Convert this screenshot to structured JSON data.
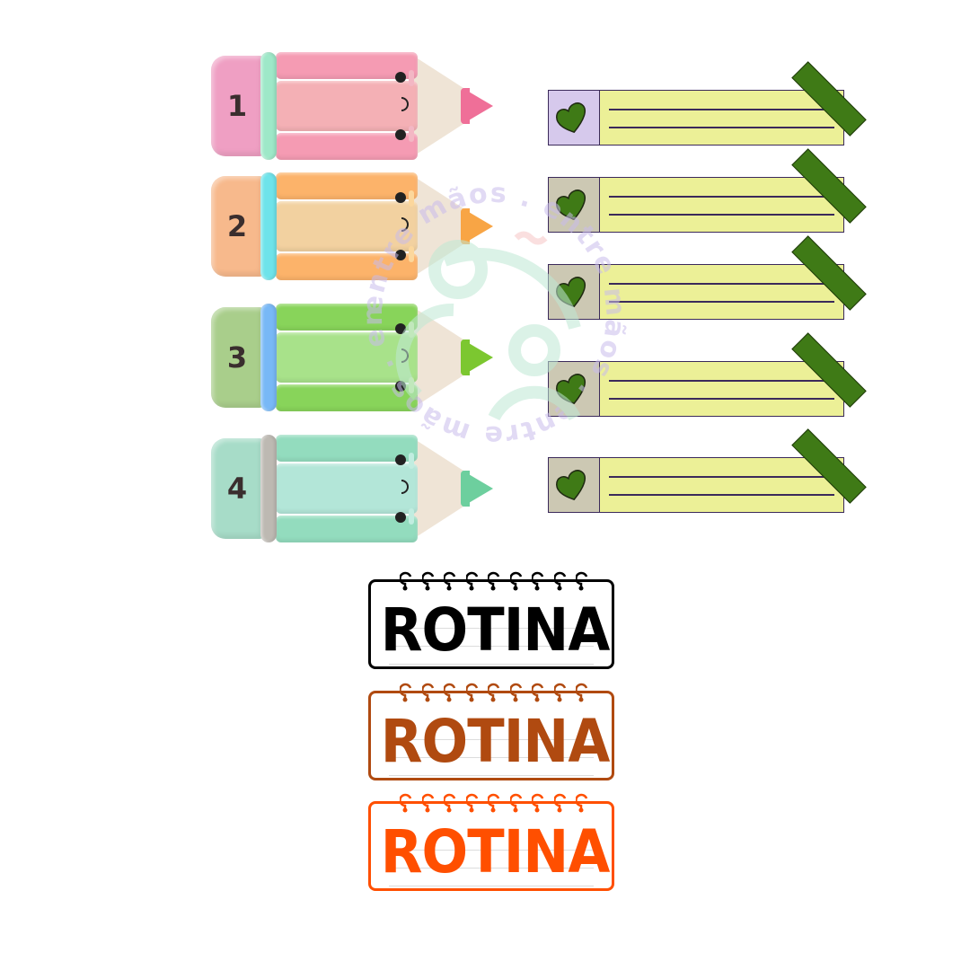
{
  "pencils": [
    {
      "number": "1",
      "colors": {
        "eraser": "#ef9fc3",
        "ferrule": "#9ee8c8",
        "stripe_outer": "#f59bb3",
        "stripe_mid": "#f4b0b5",
        "tip": "#ef6f98",
        "bump": "#f3b7c4"
      }
    },
    {
      "number": "2",
      "colors": {
        "eraser": "#f7b98c",
        "ferrule": "#6ee3ea",
        "stripe_outer": "#fcb36a",
        "stripe_mid": "#f2d1a0",
        "tip": "#f8a545",
        "bump": "#fcd79c"
      }
    },
    {
      "number": "3",
      "colors": {
        "eraser": "#a9ce8b",
        "ferrule": "#78b8f6",
        "stripe_outer": "#88d45a",
        "stripe_mid": "#a8e28a",
        "tip": "#7cc730",
        "bump": "#c4eaa0"
      }
    },
    {
      "number": "4",
      "colors": {
        "eraser": "#a7dcc8",
        "ferrule": "#bdb9b2",
        "stripe_outer": "#93dcbe",
        "stripe_mid": "#b3e6d8",
        "tip": "#6dcf9e",
        "bump": "#c1ede0"
      }
    }
  ],
  "cards": [
    {
      "side_color": "#d6c9ec",
      "icon": "heart-icon"
    },
    {
      "side_color": "#ccc8b3",
      "icon": "heart-icon"
    },
    {
      "side_color": "#ccc8b3",
      "icon": "heart-icon"
    },
    {
      "side_color": "#ccc8b3",
      "icon": "heart-icon"
    },
    {
      "side_color": "#ccc8b3",
      "icon": "heart-icon"
    }
  ],
  "card_colors": {
    "paper": "#ecf097",
    "tape": "#3f7a16",
    "heart": "#3f7a16",
    "border": "#3b2a5a"
  },
  "labels": [
    {
      "text": "ROTINA",
      "color": "#000000"
    },
    {
      "text": "ROTINA",
      "color": "#b04a10"
    },
    {
      "text": "ROTINA",
      "color": "#ff4f00"
    }
  ],
  "watermark": {
    "text": "entre mãos . entre mãos . entre mãos . entre mãos ."
  }
}
